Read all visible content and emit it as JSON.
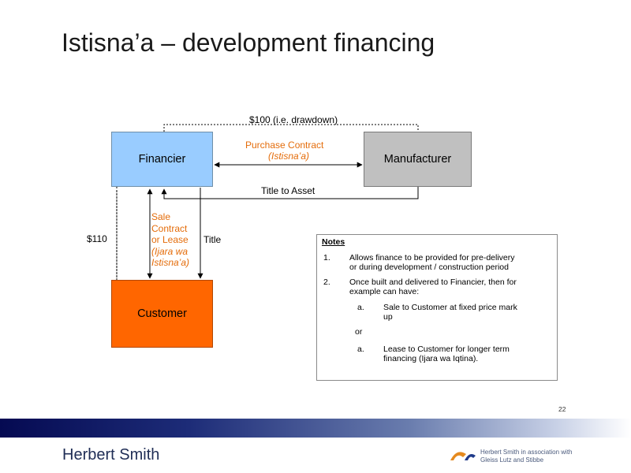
{
  "slide": {
    "title": "Istisna’a – development financing",
    "page_number": "22"
  },
  "diagram": {
    "financier": "Financier",
    "manufacturer": "Manufacturer",
    "customer": "Customer",
    "drawdown": "$100 (i.e. drawdown)",
    "purchase_contract_line1": "Purchase Contract",
    "purchase_contract_line2": "(Istisna’a)",
    "title_to_asset": "Title to Asset",
    "payment_110": "$110",
    "sale_contract_line1": "Sale",
    "sale_contract_line2": "Contract",
    "sale_contract_line3": "or Lease",
    "sale_contract_line4": "(Ijara wa",
    "sale_contract_line5": "Istisna’a)",
    "title_label": "Title"
  },
  "notes": {
    "heading": "Notes",
    "item1_num": "1.",
    "item1_line1": "Allows finance to be provided for pre-delivery",
    "item1_line2": "or during development / construction period",
    "item2_num": "2.",
    "item2_line1": "Once built and delivered to Financier, then for",
    "item2_line2": "example can have:",
    "sub_a1_num": "a.",
    "sub_a1_line1": "Sale to Customer at fixed price mark",
    "sub_a1_line2": "up",
    "or": "or",
    "sub_a2_num": "a.",
    "sub_a2_line1": "Lease to Customer for longer term",
    "sub_a2_line2": "financing (Ijara wa Iqtina)."
  },
  "footer": {
    "logo_text": "Herbert Smith",
    "association_line1": "Herbert Smith in association with",
    "association_line2": "Gleiss Lutz and Stibbe"
  },
  "colors": {
    "financier": "#99ccff",
    "manufacturer": "#c0c0c0",
    "customer": "#ff6600",
    "contract_text": "#e46c0a"
  }
}
